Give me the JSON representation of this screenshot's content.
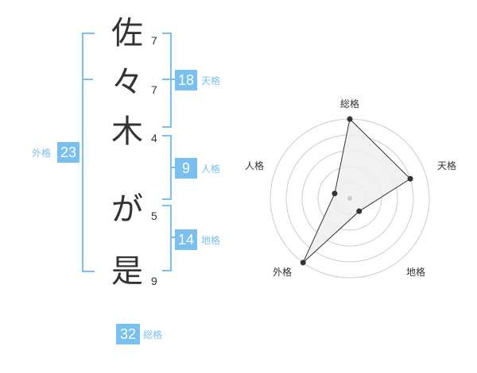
{
  "name": {
    "characters": [
      {
        "char": "佐",
        "strokes": "7"
      },
      {
        "char": "々",
        "strokes": "7"
      },
      {
        "char": "木",
        "strokes": "4"
      },
      {
        "char": "が",
        "strokes": "5"
      },
      {
        "char": "是",
        "strokes": "9"
      }
    ]
  },
  "fortune": {
    "tenkaku": {
      "value": "18",
      "label": "天格"
    },
    "jinkaku": {
      "value": "9",
      "label": "人格"
    },
    "chikaku": {
      "value": "14",
      "label": "地格"
    },
    "gaikaku": {
      "value": "23",
      "label": "外格"
    },
    "soukaku": {
      "value": "32",
      "label": "総格"
    }
  },
  "colors": {
    "accent": "#78c0f0",
    "text": "#333333",
    "grid": "#cccccc",
    "fill": "#eeeeee"
  },
  "chart_data": {
    "type": "radar",
    "axes": [
      "総格",
      "天格",
      "地格",
      "外格",
      "人格"
    ],
    "rings": 5,
    "values": [
      5,
      4,
      1,
      5,
      1
    ],
    "max": 5
  }
}
